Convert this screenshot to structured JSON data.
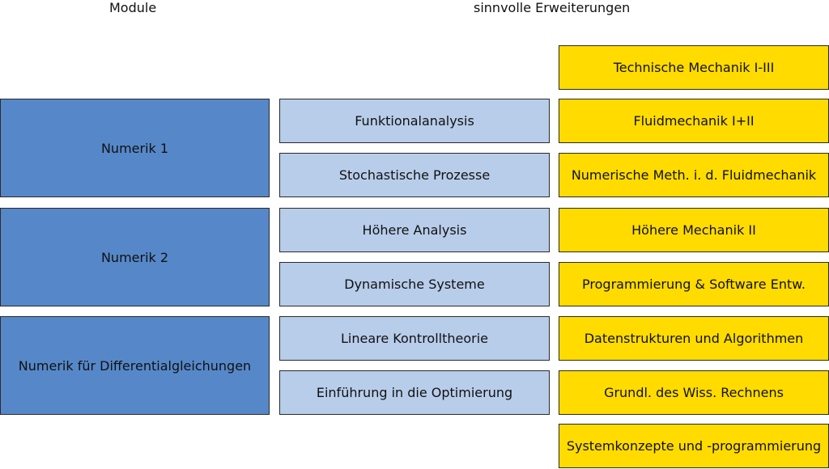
{
  "headers": {
    "modules": "Module",
    "extensions": "sinnvolle Erweiterungen"
  },
  "modules": [
    "Numerik 1",
    "Numerik 2",
    "Numerik für Differentialgleichungen"
  ],
  "topics": [
    "Funktionalanalysis",
    "Stochastische Prozesse",
    "Höhere Analysis",
    "Dynamische Systeme",
    "Lineare Kontrolltheorie",
    "Einführung in die Optimierung"
  ],
  "extensions": [
    "Technische Mechanik I-III",
    "Fluidmechanik I+II",
    "Numerische Meth. i. d. Fluidmechanik",
    "Höhere Mechanik II",
    "Programmierung & Software Entw.",
    "Datenstrukturen und Algorithmen",
    "Grundl. des Wiss. Rechnens",
    "Systemkonzepte und -programmierung"
  ],
  "colors": {
    "module": "#5688c9",
    "topic": "#b8cdea",
    "extension": "#ffdb00"
  }
}
